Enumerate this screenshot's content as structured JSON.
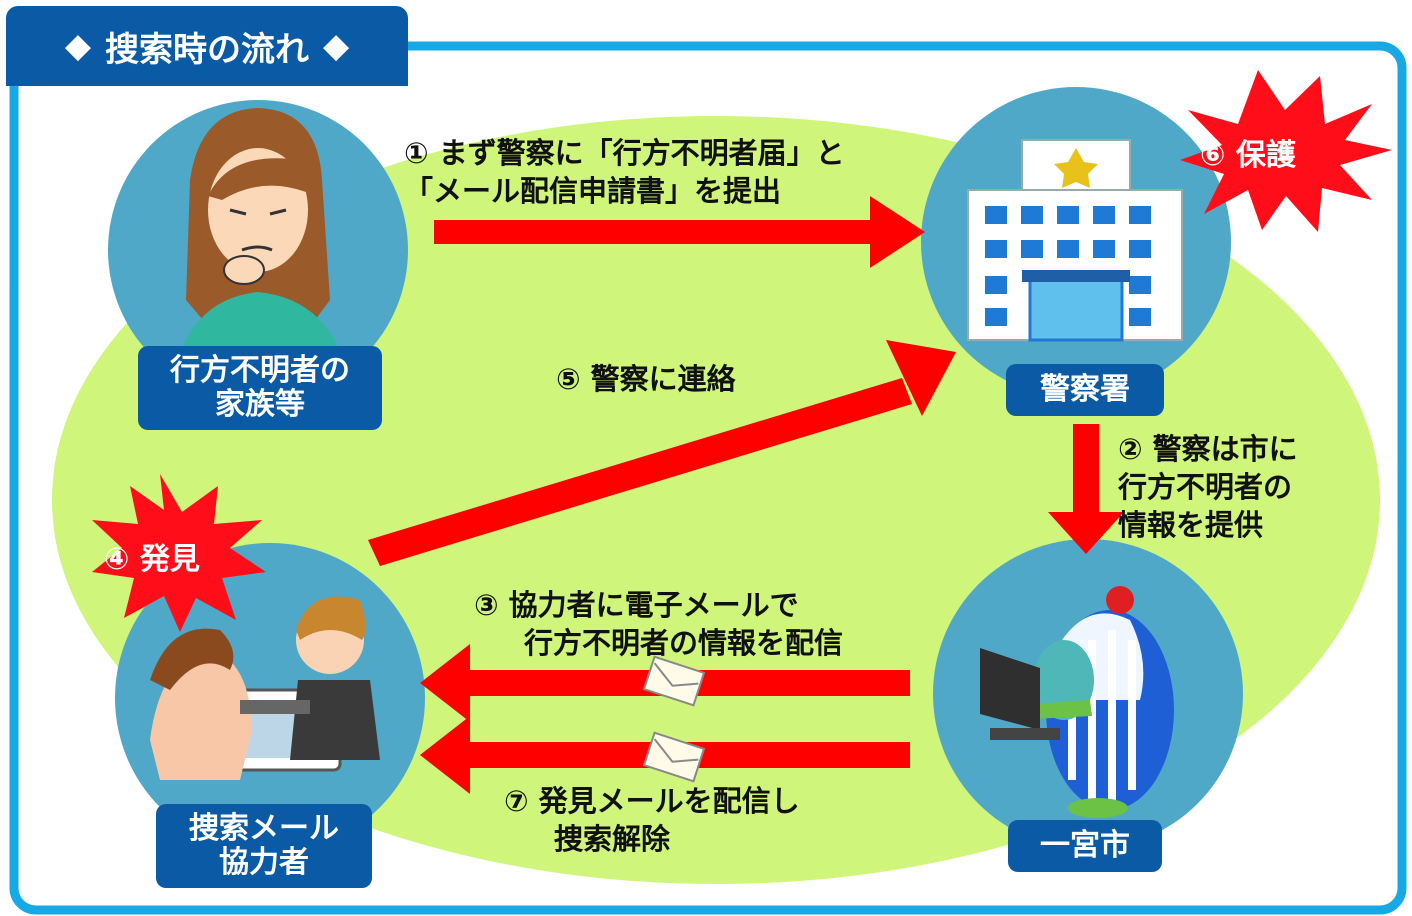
{
  "title": "搜索時の流れ",
  "title_icon": "diamond-icon",
  "colors": {
    "frame": "#17a8e6",
    "title_bg": "#0b5aa6",
    "ellipse": "#cff57a",
    "circle": "#4fa8c8",
    "arrow": "#ff0000",
    "burst": "#ff0d18"
  },
  "nodes": {
    "family": {
      "line1": "行方不明者の",
      "line2": "家族等",
      "icon": "worried-woman-icon"
    },
    "police": {
      "line1": "警察署",
      "icon": "police-building-icon"
    },
    "city": {
      "line1": "一宮市",
      "icon": "mascot-laptop-icon"
    },
    "cooperator": {
      "line1": "捜索メール",
      "line2": "協力者",
      "icon": "people-computer-icon"
    }
  },
  "steps": {
    "s1": {
      "line1": "① まず警察に「行方不明者届」と",
      "line2": "「メール配信申請書」を提出"
    },
    "s2": {
      "line1": "② 警察は市に",
      "line2": "行方不明者の",
      "line3": "情報を提供"
    },
    "s3": {
      "line1": "③ 協力者に電子メールで",
      "line2": "行方不明者の情報を配信"
    },
    "s4": {
      "line1": "④ 発見"
    },
    "s5": {
      "line1": "⑤ 警察に連絡"
    },
    "s6": {
      "line1": "⑥ 保護"
    },
    "s7": {
      "line1": "⑦ 発見メールを配信し",
      "line2": "捜索解除"
    }
  }
}
